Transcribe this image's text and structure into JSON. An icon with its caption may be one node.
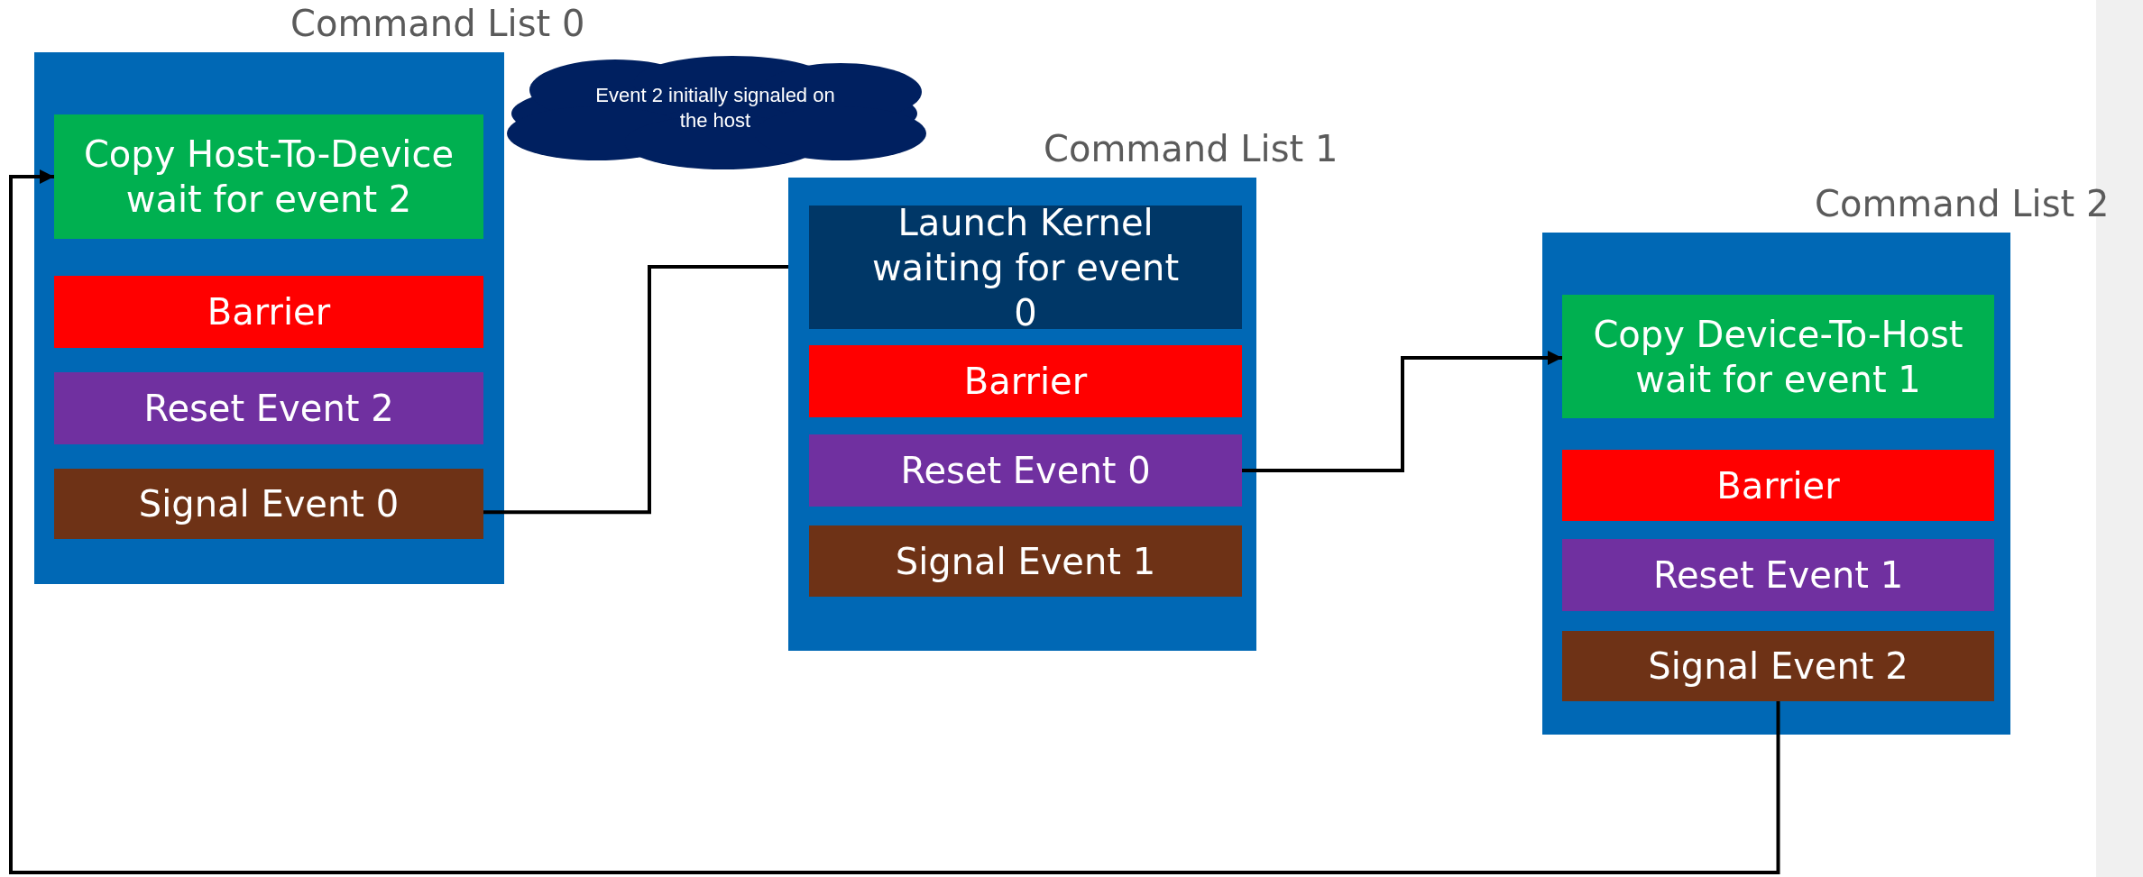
{
  "diagram": {
    "nodes": [
      {
        "text": [
          "Command List 0"
        ]
      },
      {
        "text": [
          "Copy Host-To-Device wait for event 2"
        ],
        "in": 0
      },
      {
        "text": [
          "Barrier"
        ],
        "in": 0
      },
      {
        "text": [
          "Reset Event 2"
        ],
        "in": 0
      },
      {
        "text": [
          "Signal Event 0"
        ],
        "in": 0
      },
      {
        "text": [
          "Event 2 initially signaled on the host"
        ]
      },
      {
        "text": [
          "Command List 1"
        ]
      },
      {
        "text": [
          "Launch Kernel waiting for event 0"
        ],
        "in": 6
      },
      {
        "text": [
          "Barrier"
        ],
        "in": 6
      },
      {
        "text": [
          "Reset Event 0"
        ],
        "in": 6
      },
      {
        "text": [
          "Signal Event 1"
        ],
        "in": 6
      },
      {
        "text": [
          "Command List 2"
        ]
      },
      {
        "text": [
          "Copy Device-To-Host wait for event 1"
        ],
        "in": 11
      },
      {
        "text": [
          "Barrier"
        ],
        "in": 11
      },
      {
        "text": [
          "Reset Event 1"
        ],
        "in": 11
      },
      {
        "text": [
          "Signal Event 2"
        ],
        "in": 11
      }
    ],
    "edges": [
      {
        "from": 4,
        "to": 6,
        "arrow": "none"
      },
      {
        "from": 9,
        "to": 12,
        "arrow": "to"
      },
      {
        "from": 15,
        "to": 1,
        "arrow": "to"
      }
    ]
  }
}
